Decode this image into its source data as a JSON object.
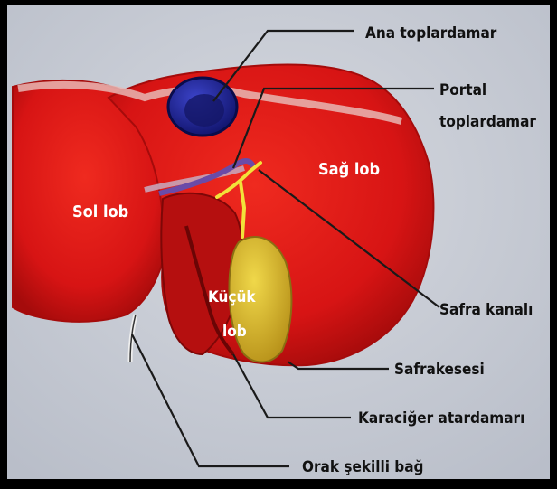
{
  "labels": {
    "ana_toplardamar": "Ana toplardamar",
    "portal_line1": "Portal",
    "portal_line2": "toplardamar",
    "sag_lob": "Sağ lob",
    "sol_lob": "Sol lob",
    "kucuk_line1": "Küçük",
    "kucuk_line2": "lob",
    "safra_kanali": "Safra kanalı",
    "safrakesesi": "Safrakesesi",
    "karaciger_atardamari": "Karaciğer atardamarı",
    "orak_sekilli_bag": "Orak şekilli bağ"
  },
  "colors": {
    "background": "#c9cdd6",
    "frame": "#0a0a0a",
    "liver": "#d71414",
    "liver_dark": "#a80c0c",
    "vein": "#1c1f8a",
    "gallbladder": "#d4b21c",
    "bile_duct": "#f2e23a",
    "leader": "#1a1a1a"
  }
}
